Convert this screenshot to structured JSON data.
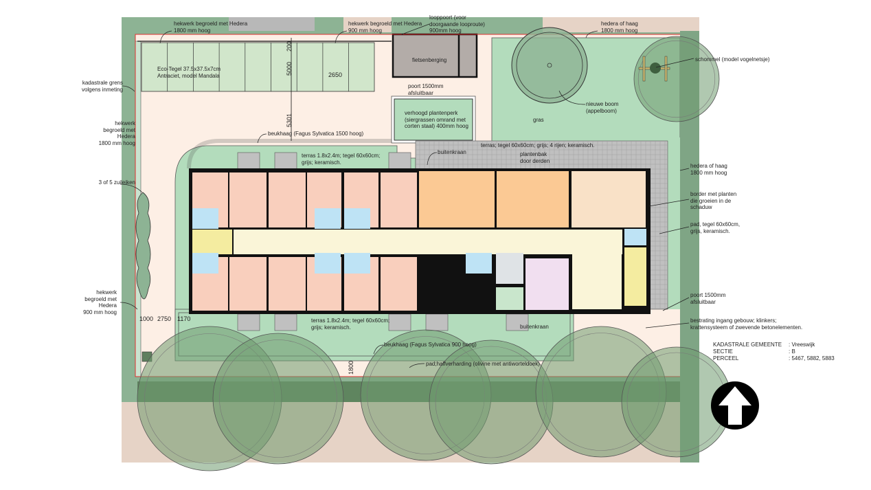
{
  "labels": {
    "fence_top_left": "hekwerk begroeld met Hedera\n1800 mm hoog",
    "fence_top_mid": "hekwerk begroeld met Hedera\n900 mm hoog",
    "gate_walk": "looppoort (voor\ndoorgaande looproute)\n900mm hoog",
    "hedge_top_right": "hedera of haag\n1800 mm hoog",
    "swing": "schommel (model vogelnetsje)",
    "cadastral_boundary": "kadastrale grens\nvolgens inmeting",
    "eco_tiles": "Eco-Tegel 37.5x37.5x7cm\nAntraciet, model Mandala",
    "bike_storage": "fietsenberging",
    "gate_north": "poort 1500mm\nafsluitbaar",
    "new_tree": "nieuwe boom\n(appelboom)",
    "grass": "gras",
    "raised_bed": "verhoogd plantenperk\n(siergrassen omrand met\ncorten staal) 400mm hoog",
    "fence_left_1800": "hekwerk\nbegroeld met\nHedera\n1800 mm hoog",
    "beech_hedge_1500": "beukhaag (Fagus Sylvatica 1500 hoog)",
    "terrace_main": "terras; tegel 60x60cm; grijs; 4 rijen; keramisch.",
    "tap_north": "buitenkraan",
    "planter": "plantenbak\ndoor derden",
    "terrace_north": "terras 1.8x2.4m; tegel 60x60cm;\ngrijs; keramisch.",
    "hedge_east": "hedera of haag\n1800 mm hoog",
    "columnar_oaks": "3 of 5 zuileiken",
    "shade_border": "border met planten\ndie groeien in de\nschaduw",
    "path_tiles": "pad, tegel 60x60cm,\ngrijs, keramisch.",
    "fence_left_900": "hekwerk\nbegroeld met\nHedera\n900 mm hoog",
    "gate_east": "poort 1500mm\nafsluitbaar",
    "terrace_south": "terras 1.8x2.4m; tegel 60x60cm;\ngrijs; keramisch.",
    "tap_south": "buitenkraan",
    "entrance_paving": "bestrating ingang gebouw; klinkers;\nkrattensysteem of zwevende betonelementen.",
    "beech_hedge_900": "beukhaag (Fagus Sylvatica 900 hoog)",
    "path_semi": "pad;halfverharding (olivine met antiworteldoek)"
  },
  "dimensions": {
    "d200": "200",
    "d5000": "5000",
    "d2650": "2650",
    "d5301": "5301",
    "d1000": "1000",
    "d2750": "2750",
    "d1170": "1170",
    "d1800": "1800"
  },
  "cadastre": {
    "municipality_key": "KADASTRALE GEMEENTE",
    "municipality_val": ": Vreeswijk",
    "section_key": "SECTIE",
    "section_val": ": B",
    "parcel_key": "PERCEEL",
    "parcel_val": ": 5467, 5882, 5883"
  },
  "colors": {
    "boundary": "#e03030",
    "lawn": "#b3dcbc",
    "paving": "#fdefe5",
    "hedge": "#8db394",
    "room_pink": "#f9cfbd",
    "room_orange": "#fbc994",
    "room_beige": "#f9e1c7",
    "bathroom": "#bee3f5",
    "corridor": "#faf5d8",
    "terrace": "#c0c0c0",
    "tree": "#6f9a6f"
  }
}
